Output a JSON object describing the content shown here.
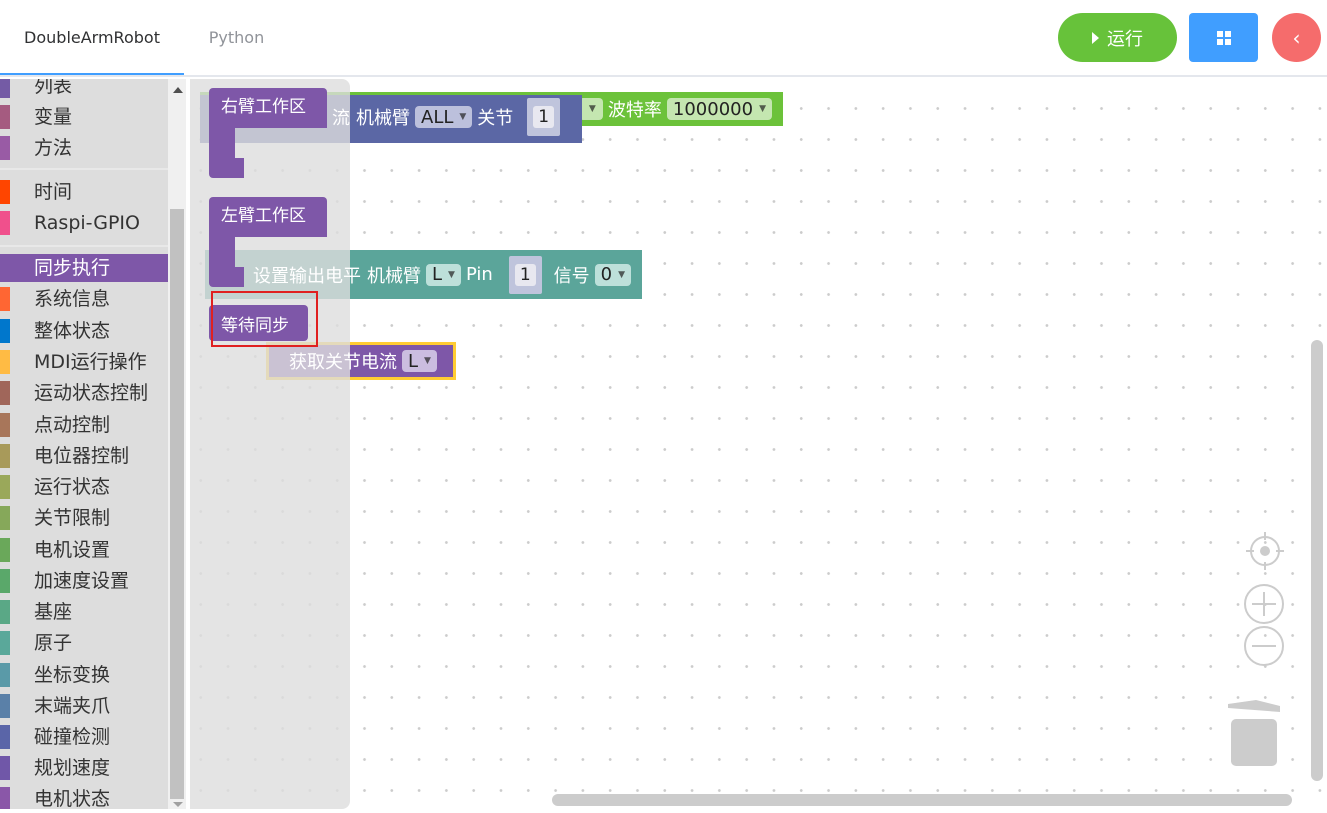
{
  "header": {
    "tabs": [
      {
        "label": "DoubleArmRobot",
        "active": true
      },
      {
        "label": "Python",
        "active": false
      }
    ],
    "run_label": "运行",
    "grid_icon": "grid-icon",
    "back_icon": "chevron-left-icon"
  },
  "sidebar": {
    "categories": [
      {
        "label": "列表",
        "color": "#745ba5"
      },
      {
        "label": "变量",
        "color": "#a55b80"
      },
      {
        "label": "方法",
        "color": "#995ba5"
      },
      {
        "label": "时间",
        "color": "#ff4500"
      },
      {
        "label": "Raspi-GPIO",
        "color": "#f0508c"
      },
      {
        "label": "同步执行",
        "color": "#7e57a8",
        "selected": true
      },
      {
        "label": "系统信息",
        "color": "#ff6633"
      },
      {
        "label": "整体状态",
        "color": "#0077cc"
      },
      {
        "label": "MDI运行操作",
        "color": "#ffbb44"
      },
      {
        "label": "运动状态控制",
        "color": "#a0665a"
      },
      {
        "label": "点动控制",
        "color": "#a8765a"
      },
      {
        "label": "电位器控制",
        "color": "#a89a5a"
      },
      {
        "label": "运行状态",
        "color": "#9aa85a"
      },
      {
        "label": "关节限制",
        "color": "#86a85a"
      },
      {
        "label": "电机设置",
        "color": "#6aa85a"
      },
      {
        "label": "加速度设置",
        "color": "#5aa86a"
      },
      {
        "label": "基座",
        "color": "#5aa886"
      },
      {
        "label": "原子",
        "color": "#5aa89a"
      },
      {
        "label": "坐标变换",
        "color": "#5a9aa8"
      },
      {
        "label": "末端夹爪",
        "color": "#5a80a8"
      },
      {
        "label": "碰撞检测",
        "color": "#5a65a8"
      },
      {
        "label": "规划速度",
        "color": "#7057a8"
      },
      {
        "label": "电机状态",
        "color": "#8a57a8"
      }
    ]
  },
  "flyout": {
    "right_arm": "右臂工作区",
    "left_arm": "左臂工作区",
    "wait_sync": "等待同步"
  },
  "workspace": {
    "serial_block": {
      "baud_label": "波特率",
      "baud_value": "1000000",
      "color": "#6cc23a"
    },
    "joint_block": {
      "prefix": "流",
      "arm_label": "机械臂",
      "arm_value": "ALL",
      "joint_label": "关节",
      "joint_value": "1",
      "color": "#5b67a5"
    },
    "io_block": {
      "label": "设置输出电平",
      "arm_label": "机械臂",
      "arm_value": "L",
      "pin_label": "Pin",
      "pin_value": "1",
      "signal_label": "信号",
      "signal_value": "0",
      "color": "#5ba59a"
    },
    "current_block": {
      "label": "获取关节电流",
      "arm_value": "L",
      "color": "#7e57a8"
    }
  }
}
